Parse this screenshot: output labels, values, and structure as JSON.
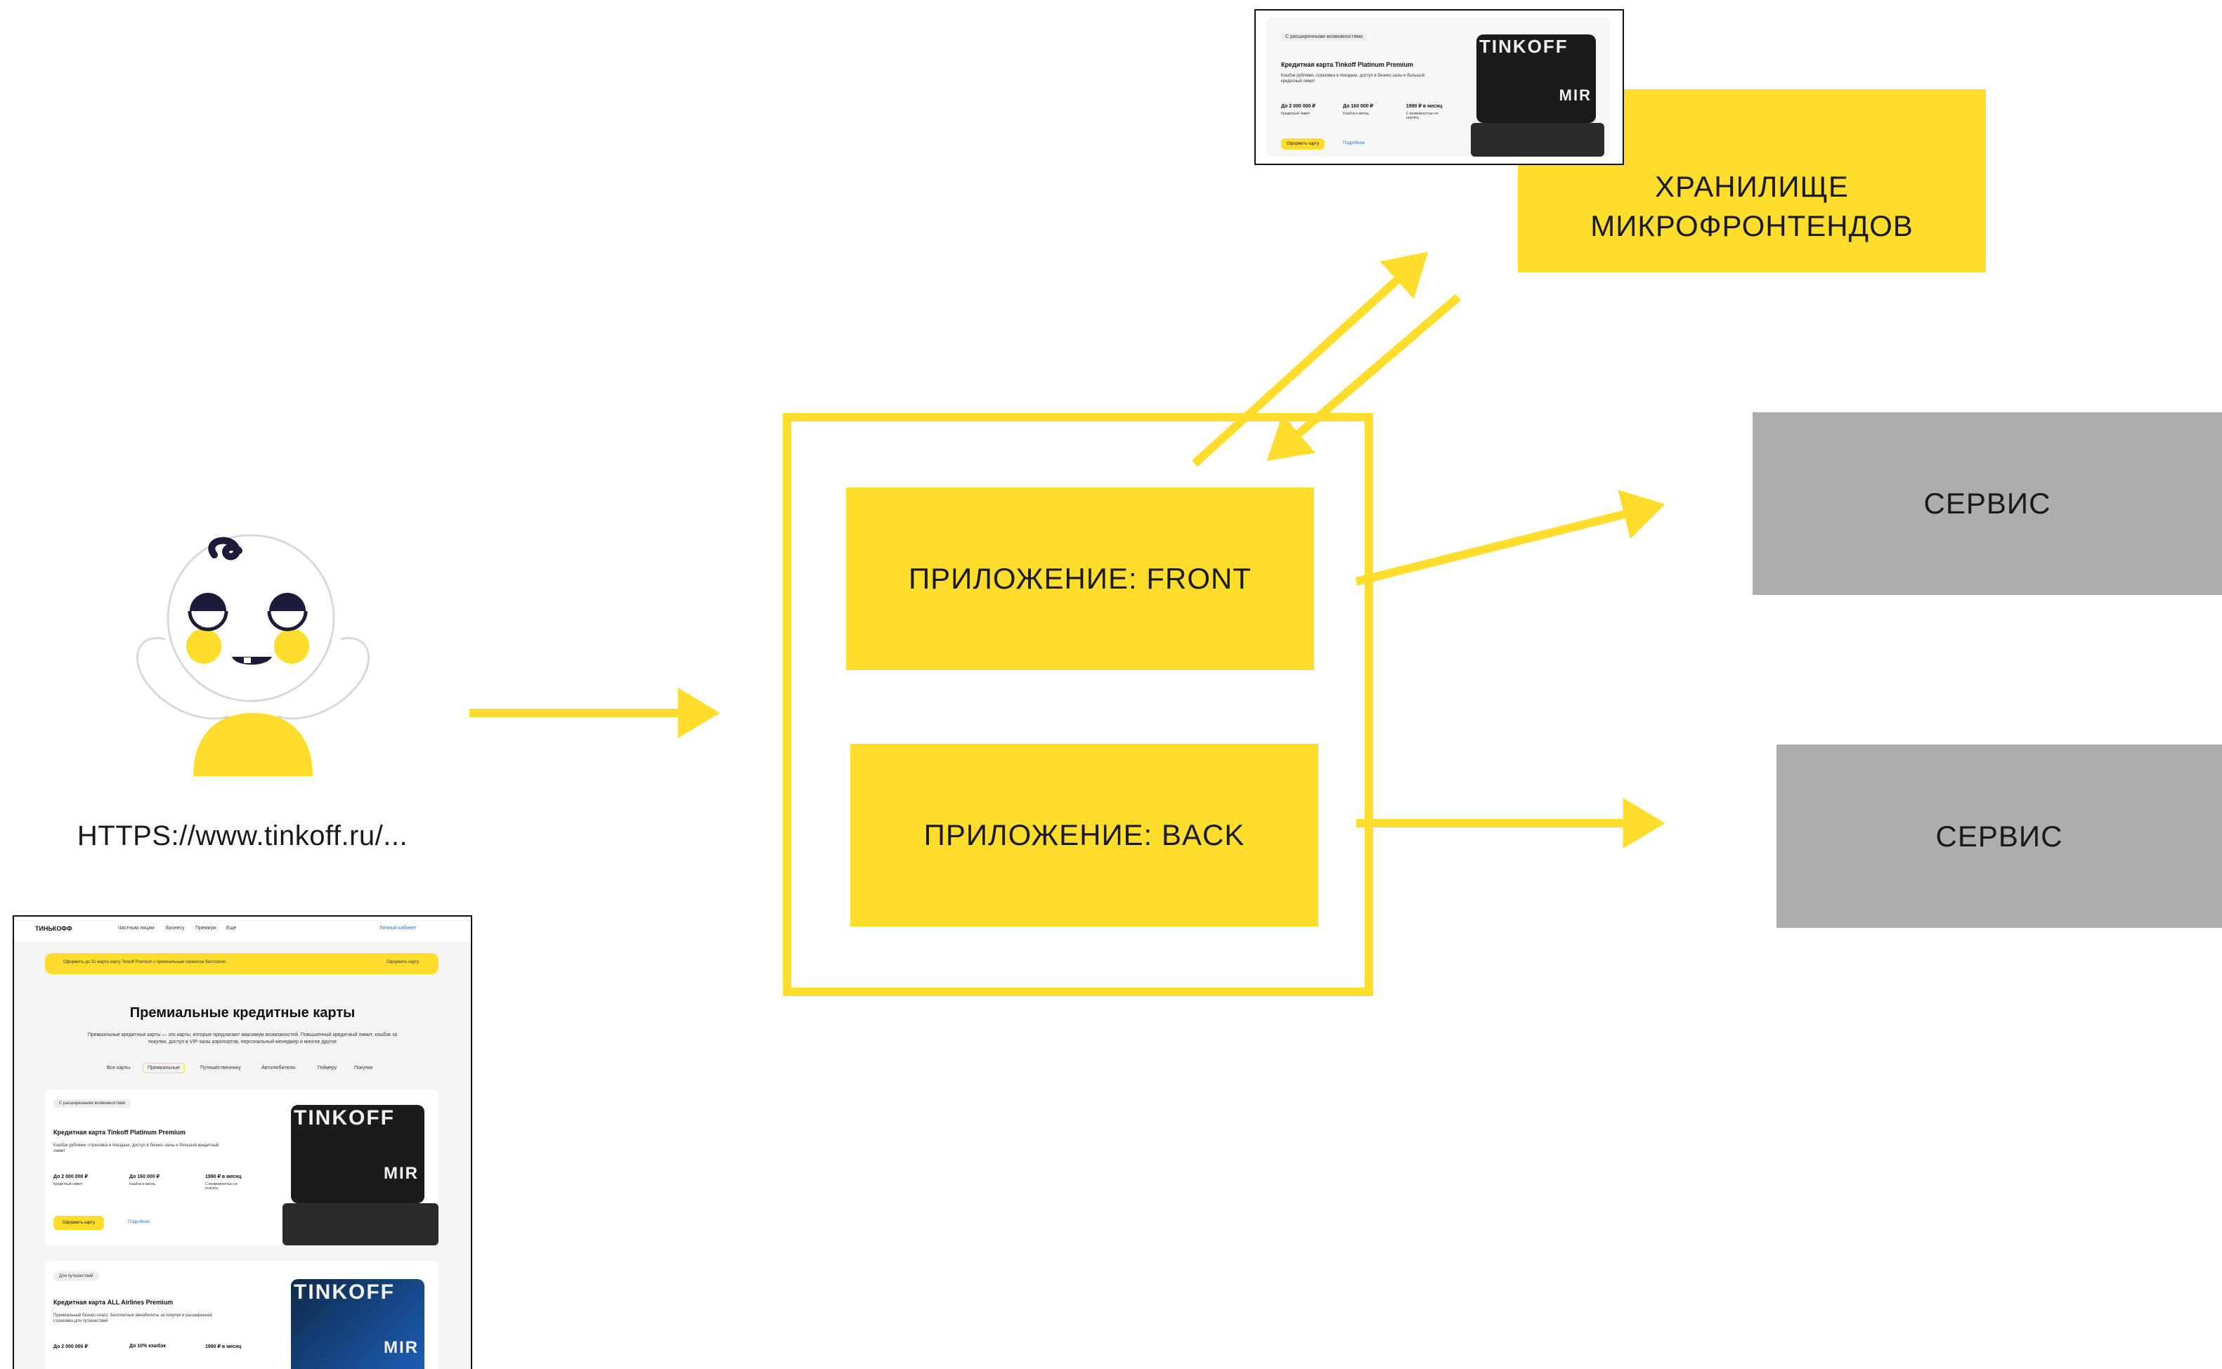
{
  "colors": {
    "accent": "#FFDD2D",
    "service": "#ADADAD",
    "text": "#1a1a1a"
  },
  "user": {
    "url": "HTTPS://www.tinkoff.ru/..."
  },
  "storage": {
    "line1": "ХРАНИЛИЩЕ",
    "line2": "МИКРОФРОНТЕНДОВ"
  },
  "app": {
    "front": "ПРИЛОЖЕНИЕ: FRONT",
    "back": "ПРИЛОЖЕНИЕ: BACK"
  },
  "services": [
    {
      "label": "СЕРВИС"
    },
    {
      "label": "СЕРВИС"
    }
  ],
  "snippet": {
    "badge": "С расширенными возможностями",
    "title": "Кредитная карта Tinkoff Platinum Premium",
    "desc": "Кэшбэк рублями, страховка в поездках, доступ в бизнес-залы и большой кредитный лимит",
    "stats": [
      {
        "value": "До 2 000 000 ₽",
        "label": "Кредитный лимит"
      },
      {
        "value": "До 160 000 ₽",
        "label": "Кэшбэк в месяц"
      },
      {
        "value": "1990 ₽ в месяц",
        "label": "С возможностью не платить"
      }
    ],
    "cta": "Оформить карту",
    "more": "Подробнее",
    "card_brand": "TINKOFF",
    "card_network": "MIR"
  },
  "page": {
    "logo": "ТИНЬКОФФ",
    "nav": [
      "Частным лицам",
      "Бизнесу",
      "Премиум",
      "Еще"
    ],
    "account": "Личный кабинет",
    "banner": "Оформить до 31 марта карту Tinkoff Premium с премиальным сервисом бесплатно",
    "banner_cta": "Оформить карту",
    "heading": "Премиальные кредитные карты",
    "subheading": "Премиальные кредитные карты — это карты, которые предлагают максимум возможностей. Повышенный кредитный лимит, кэшбэк за покупки, доступ в VIP-залы аэропортов, персональный менеджер и многое другое",
    "tabs": [
      "Все карты",
      "Премиальные",
      "Путешественнику",
      "Автолюбителю",
      "Геймеру",
      "Покупки"
    ],
    "card2": {
      "badge": "Для путешествий",
      "title": "Кредитная карта ALL Airlines Premium",
      "desc": "Премиальный бизнес-класс. Бесплатные авиабилеты за покупки и расширенная страховка для путешествий",
      "stats": [
        {
          "value": "До 2 000 000 ₽"
        },
        {
          "value": "До 10% кэшбэк"
        },
        {
          "value": "1990 ₽ в месяц"
        }
      ]
    }
  }
}
